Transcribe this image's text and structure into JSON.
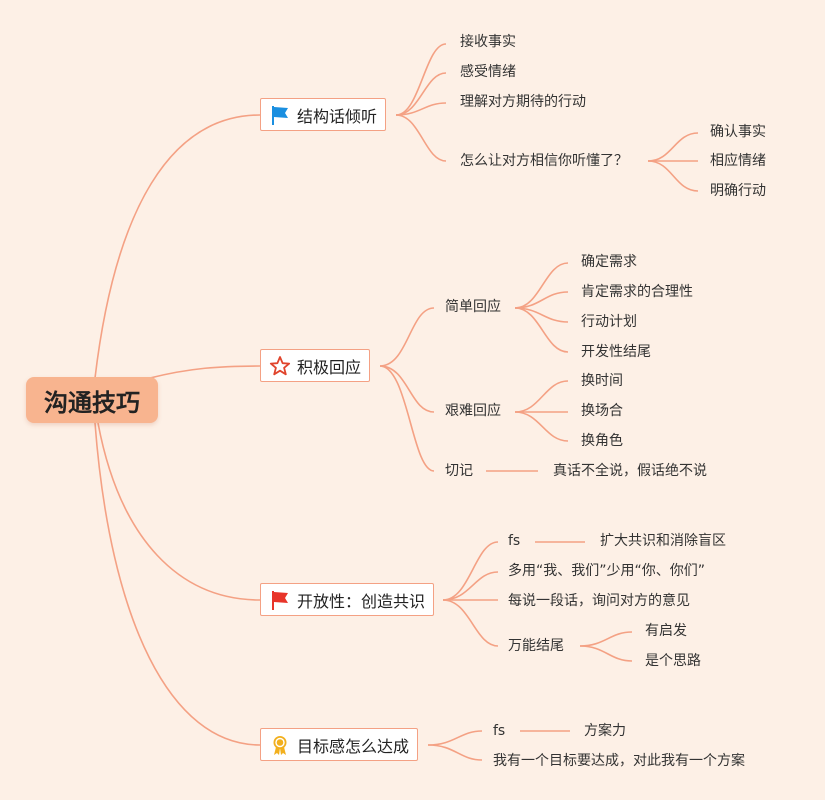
{
  "root": "沟通技巧",
  "branches": [
    {
      "label": "结构话倾听",
      "icon": "blue-flag-icon"
    },
    {
      "label": "积极回应",
      "icon": "red-star-icon"
    },
    {
      "label": "开放性：创造共识",
      "icon": "red-flag-icon"
    },
    {
      "label": "目标感怎么达成",
      "icon": "award-ribbon-icon"
    }
  ],
  "listening": {
    "items": [
      "接收事实",
      "感受情绪",
      "理解对方期待的行动",
      "怎么让对方相信你听懂了？"
    ],
    "subitems": [
      "确认事实",
      "相应情绪",
      "明确行动"
    ]
  },
  "response": {
    "simple": "简单回应",
    "simple_items": [
      "确定需求",
      "肯定需求的合理性",
      "行动计划",
      "开发性结尾"
    ],
    "hard": "艰难回应",
    "hard_items": [
      "换时间",
      "换场合",
      "换角色"
    ],
    "remember": "切记",
    "remember_item": "真话不全说，假话绝不说"
  },
  "openness": {
    "fs": "fs",
    "fs_item": "扩大共识和消除盲区",
    "item2": "多用“我、我们”少用“你、你们”",
    "item3": "每说一段话，询问对方的意见",
    "ending": "万能结尾",
    "ending_items": [
      "有启发",
      "是个思路"
    ]
  },
  "goal": {
    "fs": "fs",
    "fs_item": "方案力",
    "item2": "我有一个目标要达成，对此我有一个方案"
  },
  "colors": {
    "background": "#fdf0e6",
    "line": "#f4a184",
    "root_fill": "#f8b48f",
    "flag_blue": "#1a8fe0",
    "star_red": "#e0442c",
    "flag_red": "#e8352a",
    "award_gold": "#f2b01e"
  }
}
